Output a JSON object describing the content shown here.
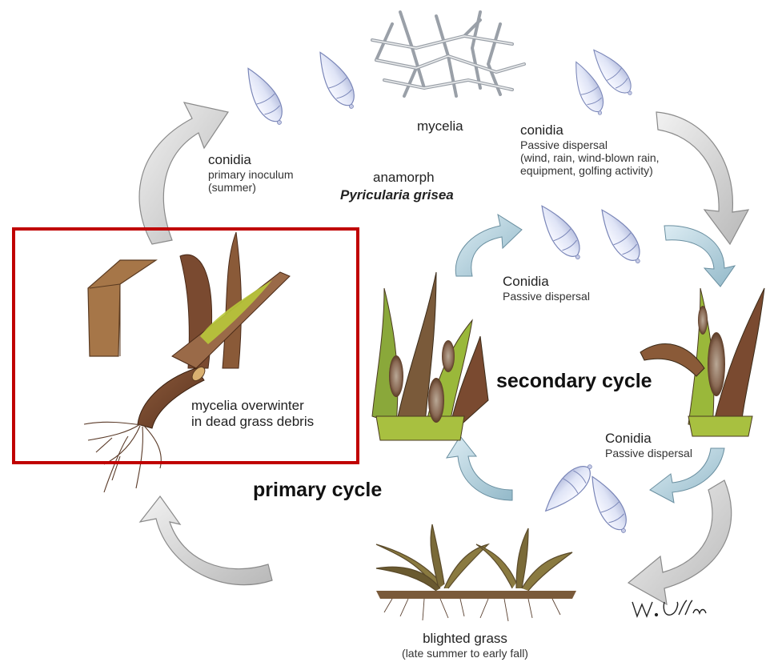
{
  "labels": {
    "mycelia": "mycelia",
    "anamorph_title": "anamorph",
    "anamorph_species": "Pyricularia grisea",
    "conidia_primary": {
      "name": "conidia",
      "line1": "primary inoculum",
      "line2": "(summer)"
    },
    "conidia_top_right": {
      "name": "conidia",
      "line1": "Passive dispersal",
      "line2": "(wind, rain, wind-blown rain,",
      "line3": "equipment, golfing activity)"
    },
    "conidia_mid": {
      "name": "Conidia",
      "line1": "Passive dispersal"
    },
    "conidia_lower_right": {
      "name": "Conidia",
      "line1": "Passive dispersal"
    },
    "overwinter": {
      "line1": "mycelia overwinter",
      "line2": "in dead grass debris"
    },
    "secondary_cycle": "secondary cycle",
    "primary_cycle": "primary cycle",
    "blighted": {
      "line1": "blighted grass",
      "line2": "(late summer to early fall)"
    },
    "signature": "W. Uddin"
  },
  "colors": {
    "highlight_box": "#c00000",
    "arrow_gray": "#c8c8c8",
    "arrow_blue": "#a9c9d6",
    "spore": "#e9ecf8",
    "leaf_green": "#9bbf3a",
    "leaf_brown": "#7a4a30"
  }
}
